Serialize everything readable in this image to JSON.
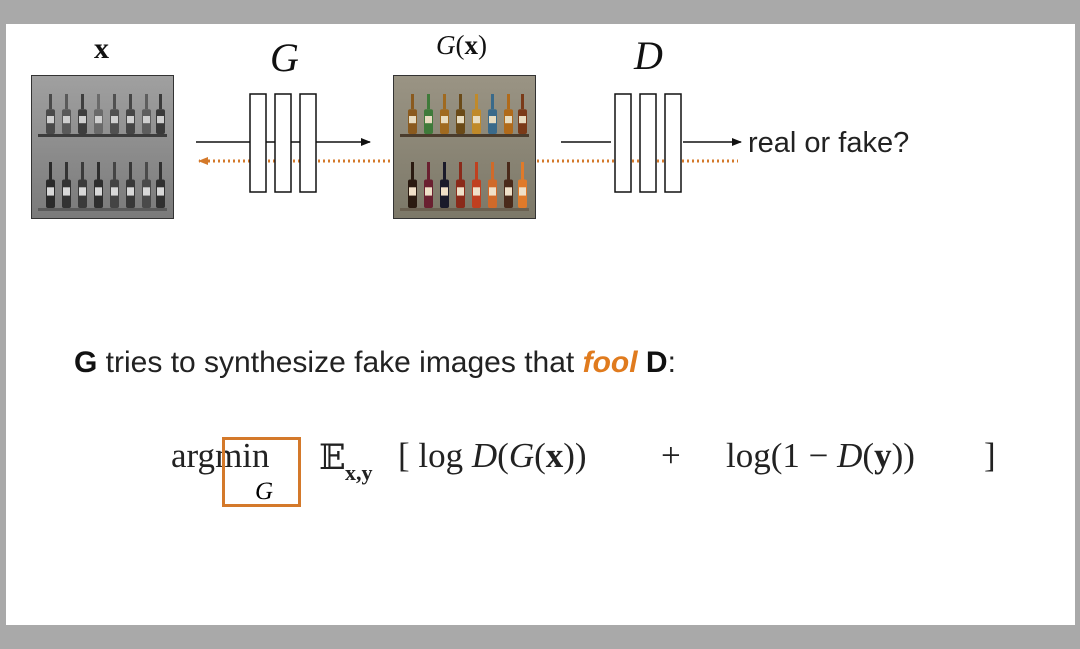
{
  "labels": {
    "input": "x",
    "generator": "G",
    "generated": "G(x)",
    "discriminator": "D",
    "output_question": "real or fake?"
  },
  "sentence": {
    "subject": "G",
    "middle": " tries to synthesize fake images that ",
    "emphasis": "fool",
    "space": " ",
    "object": "D",
    "end": ":"
  },
  "equation": {
    "argmin_arg": "arg",
    "argmin_min": "min",
    "argmin_under": "G",
    "expectation": "𝔼",
    "expectation_sub": "x,y",
    "bracket_open": "[",
    "term1": "log D(G(x))",
    "plus": "+",
    "term2": "log(1 − D(y))",
    "bracket_close": "]"
  },
  "colors": {
    "accent": "#d4792a",
    "frame_bg": "#a9a9a9",
    "slide_bg": "#ffffff",
    "text": "#222222"
  },
  "icons": {
    "input_image": "grayscale-bottles-image",
    "output_image": "colorized-bottles-image",
    "network_blocks": "neural-net-layers-icon"
  }
}
